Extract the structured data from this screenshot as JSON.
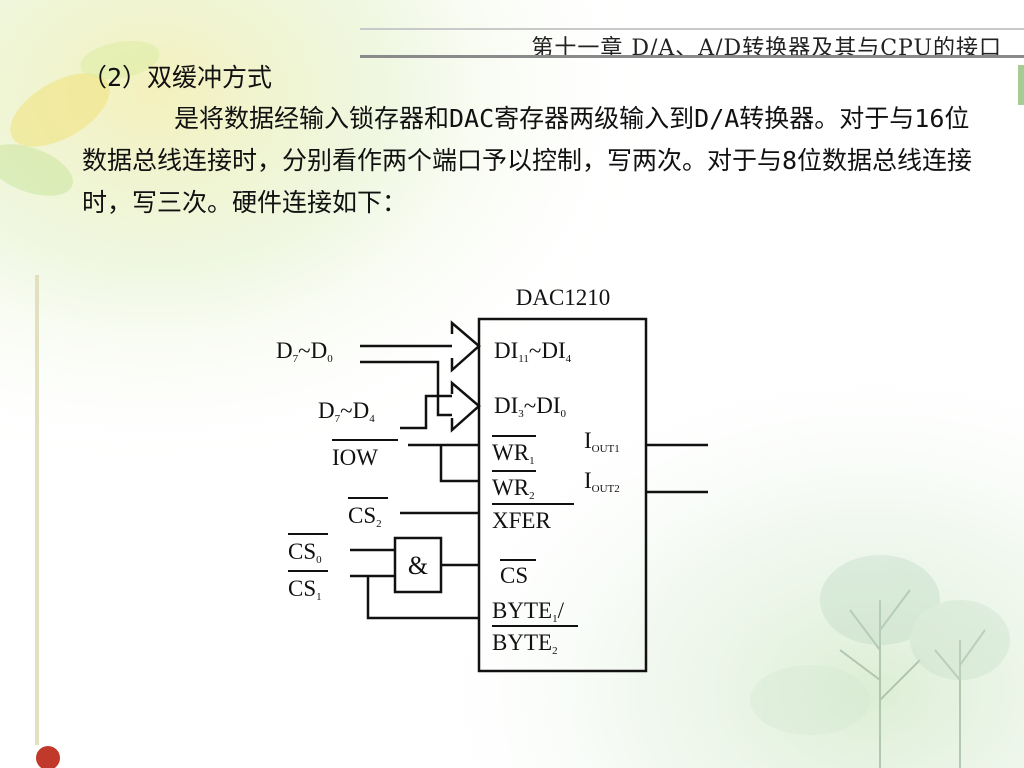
{
  "header": {
    "chapter_title": "第十一章 D/A、A/D转换器及其与CPU的接口"
  },
  "section": {
    "title": "（2）双缓冲方式",
    "paragraph": "是将数据经输入锁存器和DAC寄存器两级输入到D/A转换器。对于与16位数据总线连接时，分别看作两个端口予以控制，写两次。对于与8位数据总线连接时，写三次。硬件连接如下："
  },
  "diagram": {
    "chip_name": "DAC1210",
    "inputs": {
      "d7_d0": {
        "base1": "D",
        "sub1": "7",
        "sep": "~",
        "base2": "D",
        "sub2": "0"
      },
      "d7_d4": {
        "base1": "D",
        "sub1": "7",
        "sep": "~",
        "base2": "D",
        "sub2": "4"
      },
      "iow": "IOW",
      "cs2": {
        "base": "CS",
        "sub": "2"
      },
      "cs0": {
        "base": "CS",
        "sub": "0"
      },
      "cs1": {
        "base": "CS",
        "sub": "1"
      }
    },
    "gate_symbol": "&",
    "pins_left": {
      "di11_di4": {
        "base1": "DI",
        "sub1": "11",
        "sep": "~",
        "base2": "DI",
        "sub2": "4"
      },
      "di3_di0": {
        "base1": "DI",
        "sub1": "3",
        "sep": "~",
        "base2": "DI",
        "sub2": "0"
      },
      "wr1": {
        "base": "WR",
        "sub": "1"
      },
      "wr2": {
        "base": "WR",
        "sub": "2"
      },
      "xfer": "XFER",
      "cs": "CS",
      "byte1": {
        "base": "BYTE",
        "sub": "1",
        "suffix": "/"
      },
      "byte2": {
        "base": "BYTE",
        "sub": "2"
      }
    },
    "pins_right": {
      "iout1": {
        "base": "I",
        "sub": "OUT1"
      },
      "iout2": {
        "base": "I",
        "sub": "OUT2"
      }
    }
  },
  "colors": {
    "text": "#111111",
    "header_line": "#8a8a8a",
    "accent_dot": "#c0392b",
    "bg_green": "#dff0c8",
    "bg_yellow": "#f6efb0"
  }
}
